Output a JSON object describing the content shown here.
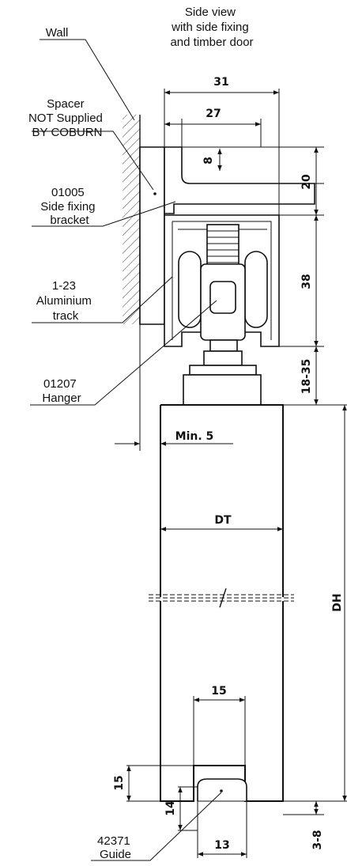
{
  "view_title": [
    "Side view",
    "with side fixing",
    "and timber door"
  ],
  "labels": {
    "wall": "Wall",
    "spacer": [
      "Spacer",
      "NOT Supplied",
      "BY COBURN"
    ],
    "bracket": [
      "01005",
      "Side fixing",
      "bracket"
    ],
    "track": [
      "1-23",
      "Aluminium",
      "track"
    ],
    "hanger": [
      "01207",
      "Hanger"
    ],
    "guide": [
      "42371",
      "Guide"
    ]
  },
  "dimensions": {
    "d31": "31",
    "d27": "27",
    "d8": "8",
    "d20": "20",
    "d38": "38",
    "d18_35": "18-35",
    "min5": "Min. 5",
    "dt": "DT",
    "dh": "DH",
    "d15_top": "15",
    "d15_side": "15",
    "d14": "14",
    "d13": "13",
    "d3_8": "3-8"
  },
  "colors": {
    "line": "#111111",
    "background": "#ffffff"
  }
}
